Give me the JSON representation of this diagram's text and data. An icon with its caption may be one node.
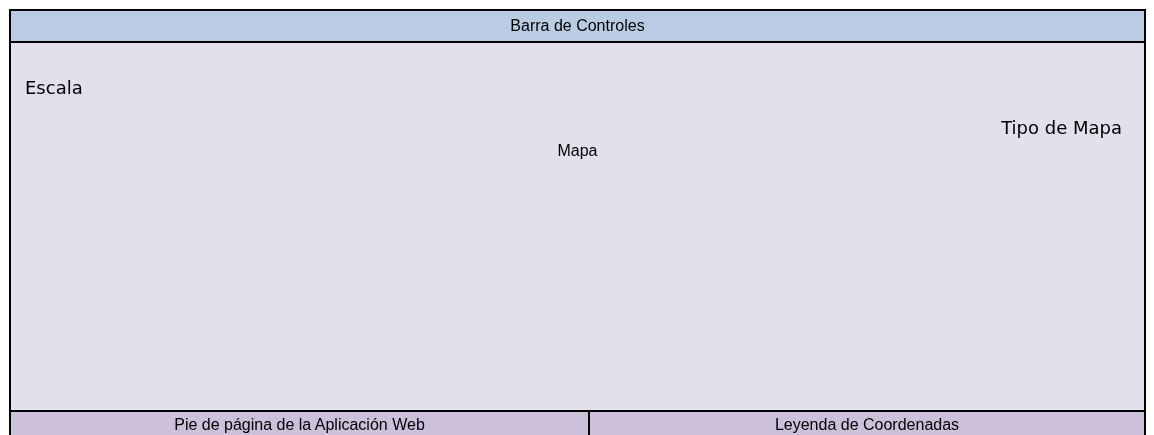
{
  "diagram": {
    "nodes": [
      {
        "text": [
          "Barra de Controles"
        ]
      },
      {
        "text": [
          "Escala",
          "Tipo de Mapa",
          "Mapa"
        ]
      },
      {
        "text": [
          "Pie de página de la Aplicación Web"
        ]
      },
      {
        "text": [
          "Leyenda de Coordenadas"
        ]
      }
    ]
  }
}
